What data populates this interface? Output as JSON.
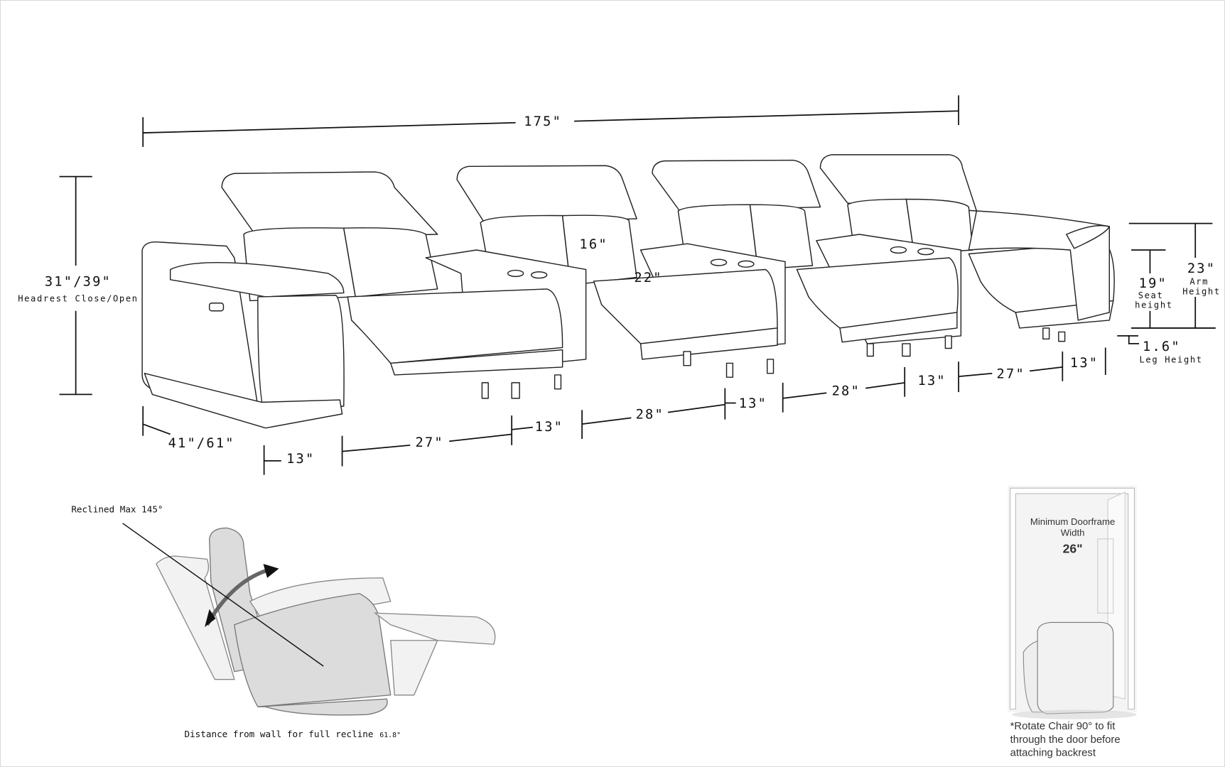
{
  "dimensions": {
    "overall_width": "175\"",
    "overall_height": "31\"/39\"",
    "overall_height_caption": "Headrest Close/Open",
    "depth": "41\"/61\"",
    "segments": [
      "13\"",
      "27\"",
      "13\"",
      "28\"",
      "13\"",
      "28\"",
      "13\"",
      "27\"",
      "13\""
    ],
    "back_width": "16\"",
    "seat_width": "22\"",
    "arm_height": "23\"",
    "arm_height_caption_1": "Arm",
    "arm_height_caption_2": "Height",
    "seat_height": "19\"",
    "seat_height_caption_1": "Seat",
    "seat_height_caption_2": "height",
    "leg_height": "1.6\"",
    "leg_height_caption": "Leg Height"
  },
  "recline": {
    "label": "Reclined Max 145°",
    "distance_note": "Distance from wall for full recline",
    "distance_value": "61.8\""
  },
  "doorframe": {
    "title_1": "Minimum Doorframe",
    "title_2": "Width",
    "width": "26\"",
    "note_1": "*Rotate Chair 90° to fit",
    "note_2": "through the door before",
    "note_3": "attaching backrest"
  }
}
